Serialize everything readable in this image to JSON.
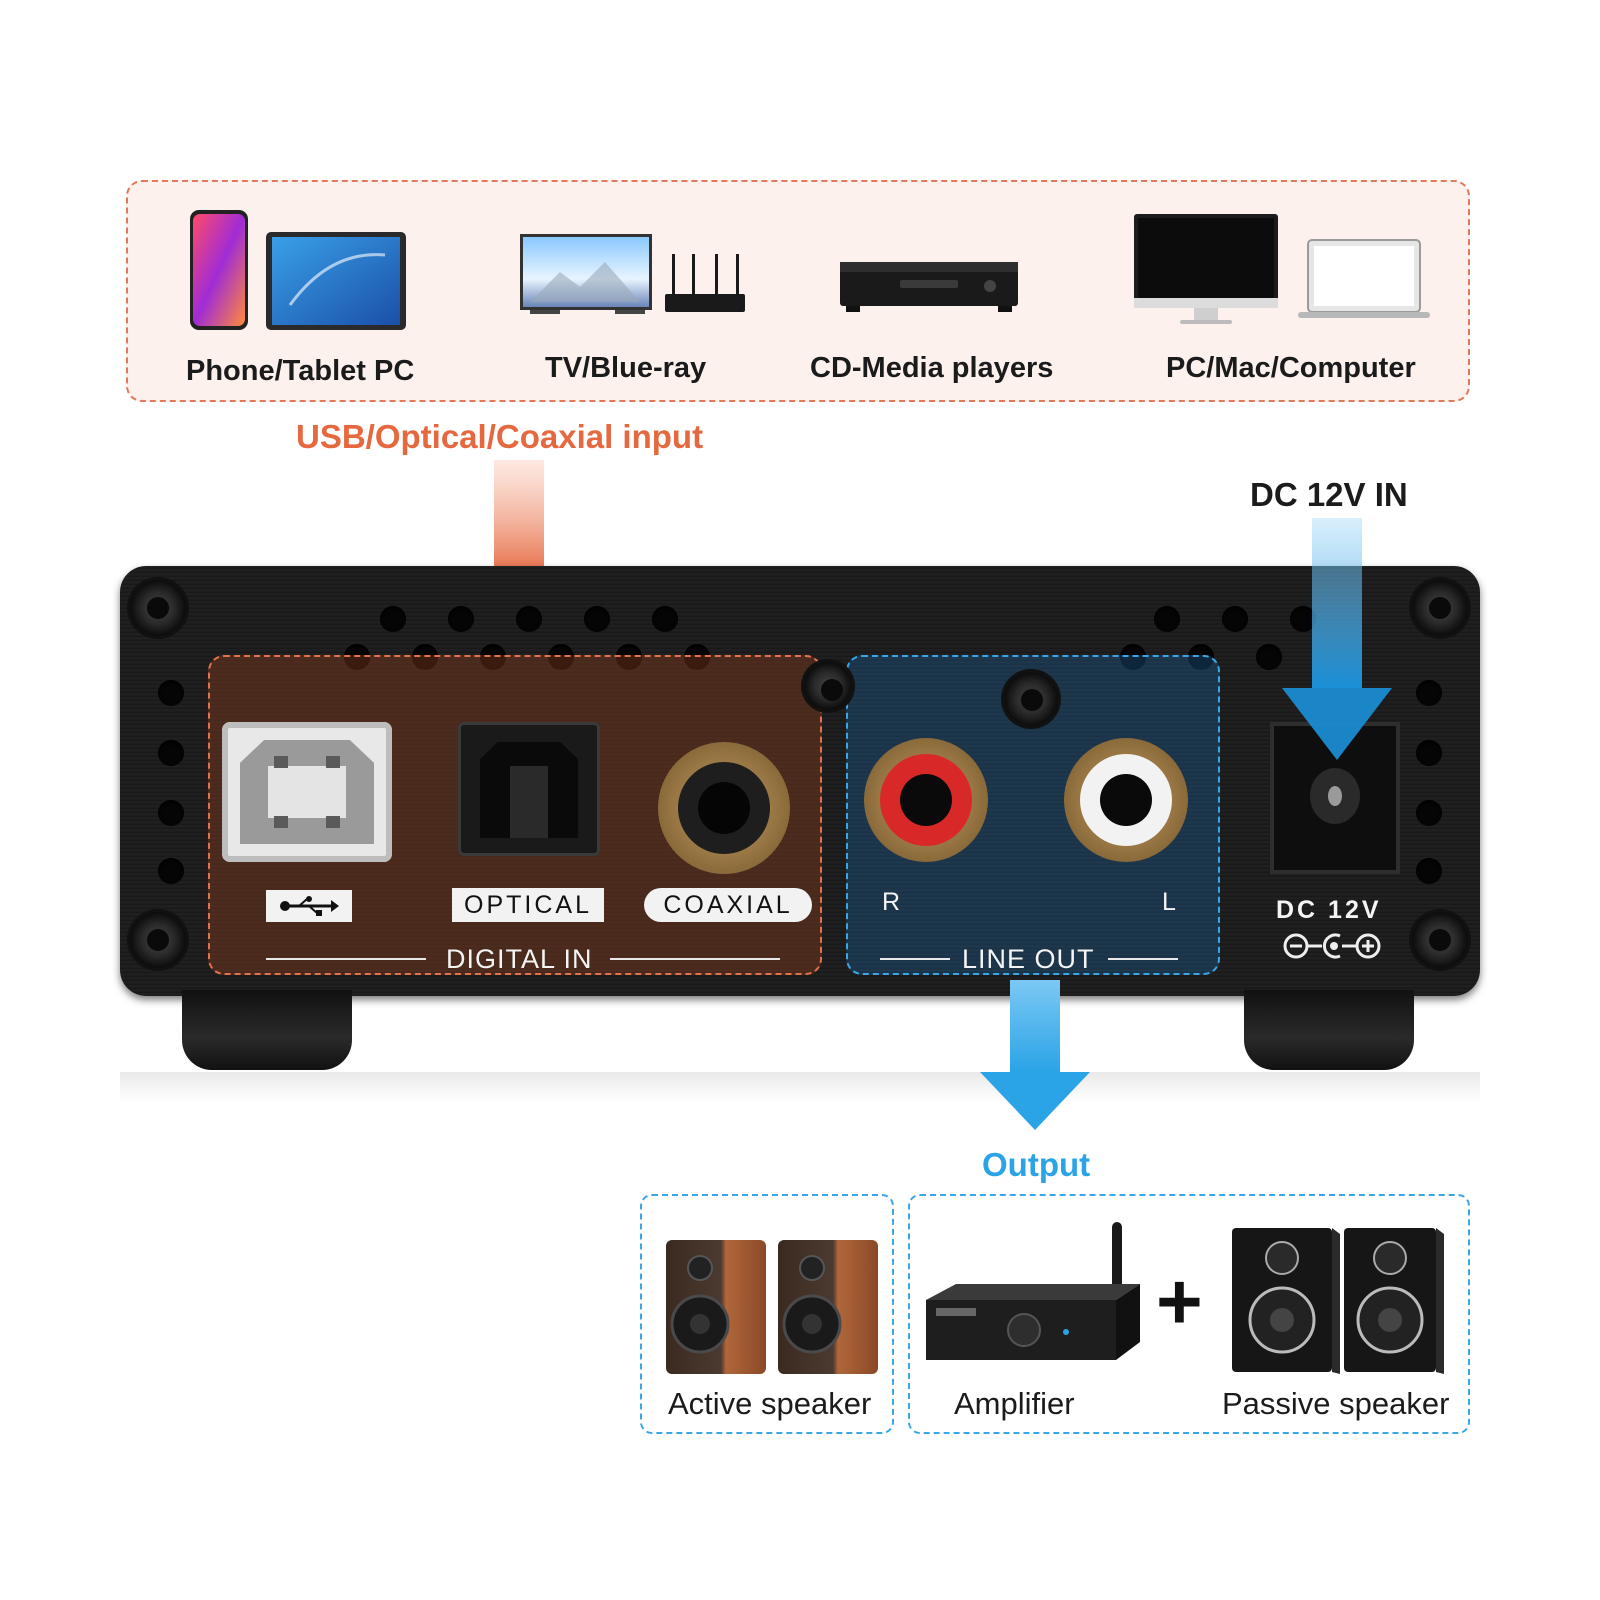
{
  "sources": {
    "items": [
      {
        "label": "Phone/Tablet PC"
      },
      {
        "label": "TV/Blue-ray"
      },
      {
        "label": "CD-Media players"
      },
      {
        "label": "PC/Mac/Computer"
      }
    ]
  },
  "input_label": "USB/Optical/Coaxial input",
  "power_label": "DC 12V IN",
  "device": {
    "digital_in_label": "DIGITAL IN",
    "line_out_label": "LINE OUT",
    "ports": {
      "optical": "OPTICAL",
      "coaxial": "COAXIAL",
      "right": "R",
      "left": "L",
      "dc": "DC 12V"
    }
  },
  "output_label": "Output",
  "outputs": {
    "active": "Active speaker",
    "amplifier": "Amplifier",
    "passive": "Passive speaker",
    "plus": "+"
  },
  "colors": {
    "orange_accent": "#e5683f",
    "blue_accent": "#2aa4e6"
  }
}
